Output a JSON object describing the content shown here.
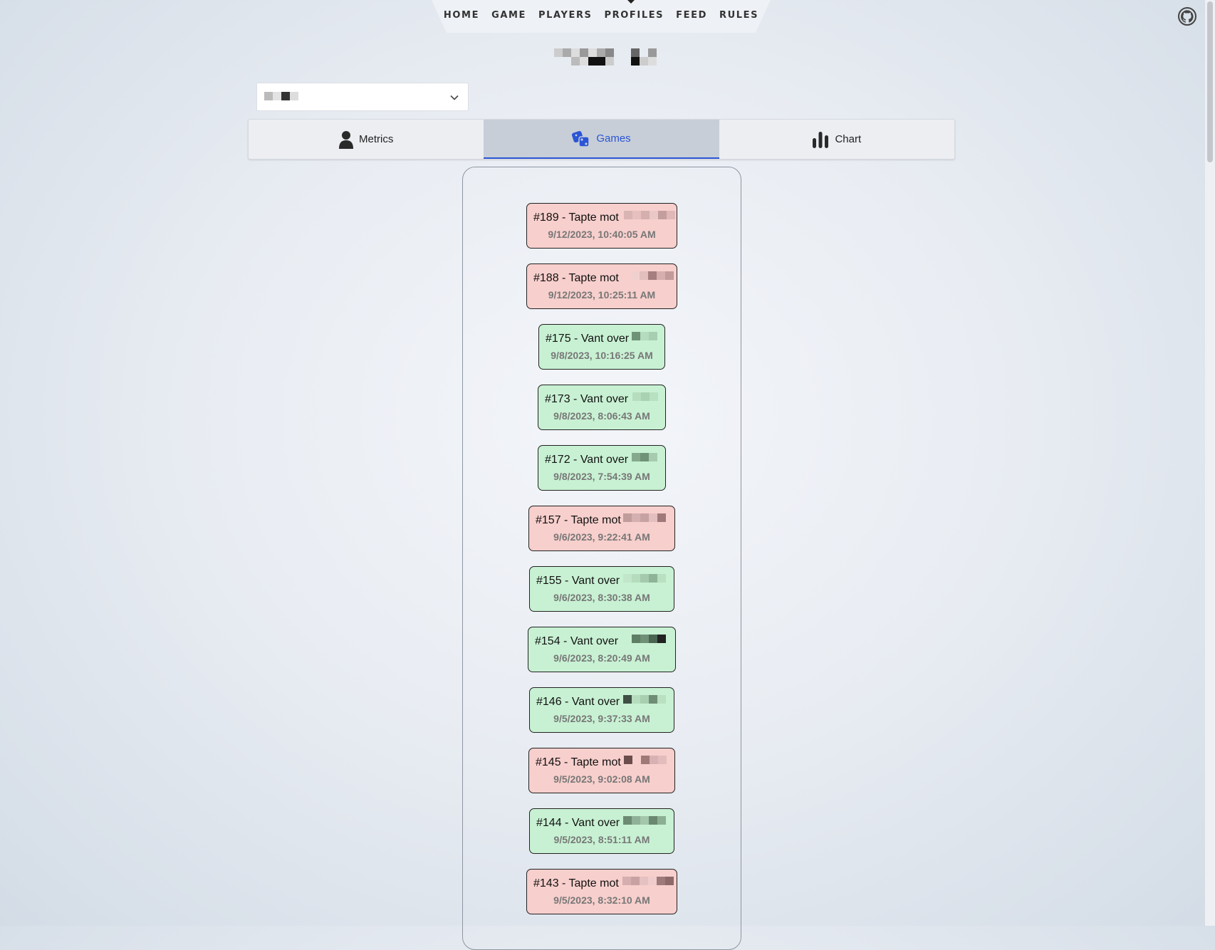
{
  "nav": {
    "items": [
      "HOME",
      "GAME",
      "PLAYERS",
      "PROFILES",
      "FEED",
      "RULES"
    ]
  },
  "icons": {
    "github": "github-icon",
    "dropdown": "chevron-down-icon",
    "metrics": "person-icon",
    "games": "dice-icon",
    "chart": "bar-chart-icon"
  },
  "tabs": [
    {
      "label": "Metrics",
      "active": false
    },
    {
      "label": "Games",
      "active": true
    },
    {
      "label": "Chart",
      "active": false
    }
  ],
  "colors": {
    "accent": "#2b55d6",
    "loss_bg": "#f7cfcc",
    "win_bg": "#c8f1d3"
  },
  "games": [
    {
      "title": "#189 - Tapte mot",
      "date": "9/12/2023, 10:40:05 AM",
      "result": "loss"
    },
    {
      "title": "#188 - Tapte mot",
      "date": "9/12/2023, 10:25:11 AM",
      "result": "loss"
    },
    {
      "title": "#175 - Vant over",
      "date": "9/8/2023, 10:16:25 AM",
      "result": "win"
    },
    {
      "title": "#173 - Vant over",
      "date": "9/8/2023, 8:06:43 AM",
      "result": "win"
    },
    {
      "title": "#172 - Vant over",
      "date": "9/8/2023, 7:54:39 AM",
      "result": "win"
    },
    {
      "title": "#157 - Tapte mot",
      "date": "9/6/2023, 9:22:41 AM",
      "result": "loss"
    },
    {
      "title": "#155 - Vant over",
      "date": "9/6/2023, 8:30:38 AM",
      "result": "win"
    },
    {
      "title": "#154 - Vant over",
      "date": "9/6/2023, 8:20:49 AM",
      "result": "win"
    },
    {
      "title": "#146 - Vant over",
      "date": "9/5/2023, 9:37:33 AM",
      "result": "win"
    },
    {
      "title": "#145 - Tapte mot",
      "date": "9/5/2023, 9:02:08 AM",
      "result": "loss"
    },
    {
      "title": "#144 - Vant over",
      "date": "9/5/2023, 8:51:11 AM",
      "result": "win"
    },
    {
      "title": "#143 - Tapte mot",
      "date": "9/5/2023, 8:32:10 AM",
      "result": "loss"
    }
  ]
}
